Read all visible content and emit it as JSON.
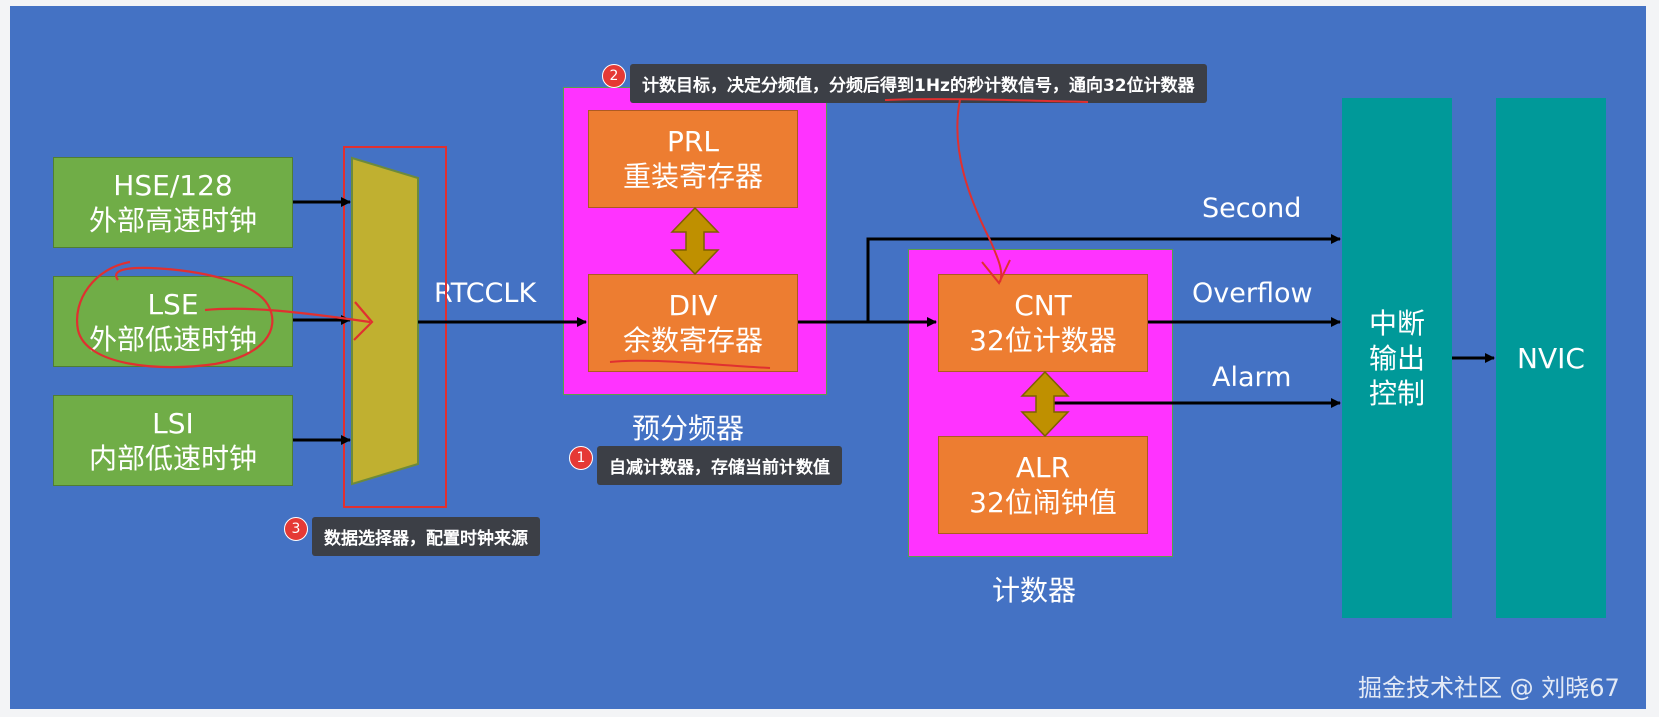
{
  "sources": {
    "hse": {
      "line1": "HSE/128",
      "line2": "外部高速时钟"
    },
    "lse": {
      "line1": "LSE",
      "line2": "外部低速时钟"
    },
    "lsi": {
      "line1": "LSI",
      "line2": "内部低速时钟"
    }
  },
  "rtcclk_label": "RTCCLK",
  "prescaler": {
    "prl": {
      "line1": "PRL",
      "line2": "重装寄存器"
    },
    "div": {
      "line1": "DIV",
      "line2": "余数寄存器"
    },
    "caption": "预分频器"
  },
  "counter": {
    "cnt": {
      "line1": "CNT",
      "line2": "32位计数器"
    },
    "alr": {
      "line1": "ALR",
      "line2": "32位闹钟值"
    },
    "caption": "计数器"
  },
  "signals": {
    "second": "Second",
    "overflow": "Overflow",
    "alarm": "Alarm"
  },
  "interrupt": {
    "line1": "中断",
    "line2": "输出",
    "line3": "控制"
  },
  "nvic": "NVIC",
  "annotations": [
    {
      "num": "2",
      "text": "计数目标，决定分频值，分频后得到1Hz的秒计数信号，通向32位计数器"
    },
    {
      "num": "1",
      "text": "自减计数器，存储当前计数值"
    },
    {
      "num": "3",
      "text": "数据选择器，配置时钟来源"
    }
  ],
  "watermark": "掘金技术社区 @ 刘晓67",
  "colors": {
    "background": "#4472c4",
    "source": "#70ad47",
    "register": "#ed7d31",
    "group": "#ff33ff",
    "control": "#009999",
    "mux": "#c0b030",
    "mark": "#e03030"
  }
}
